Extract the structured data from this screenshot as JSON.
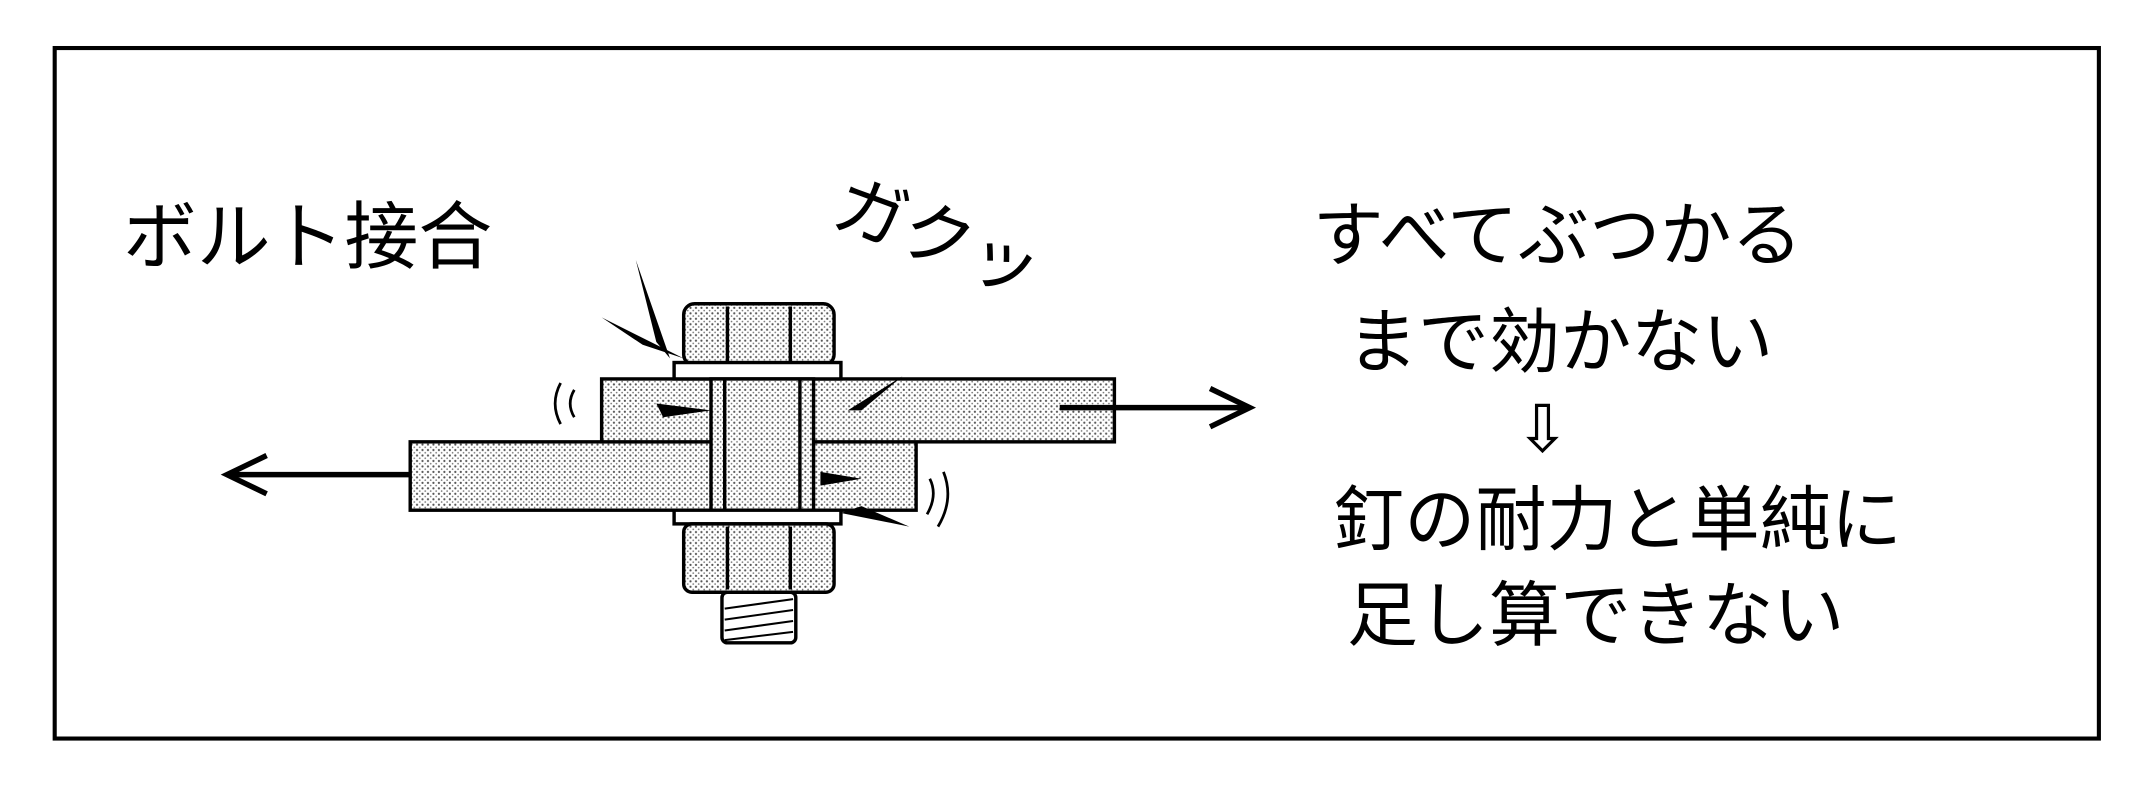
{
  "title": "ボルト接合",
  "sound_effect": "ガクッ",
  "explanation": {
    "lines_top": [
      "すべてぶつかる",
      "まで効かない"
    ],
    "arrow": "⇩",
    "lines_bottom": [
      "釘の耐力と単純に",
      "足し算できない"
    ]
  },
  "colors": {
    "ink": "#000000",
    "paper": "#ffffff",
    "screentone": "#bdbdbd"
  }
}
